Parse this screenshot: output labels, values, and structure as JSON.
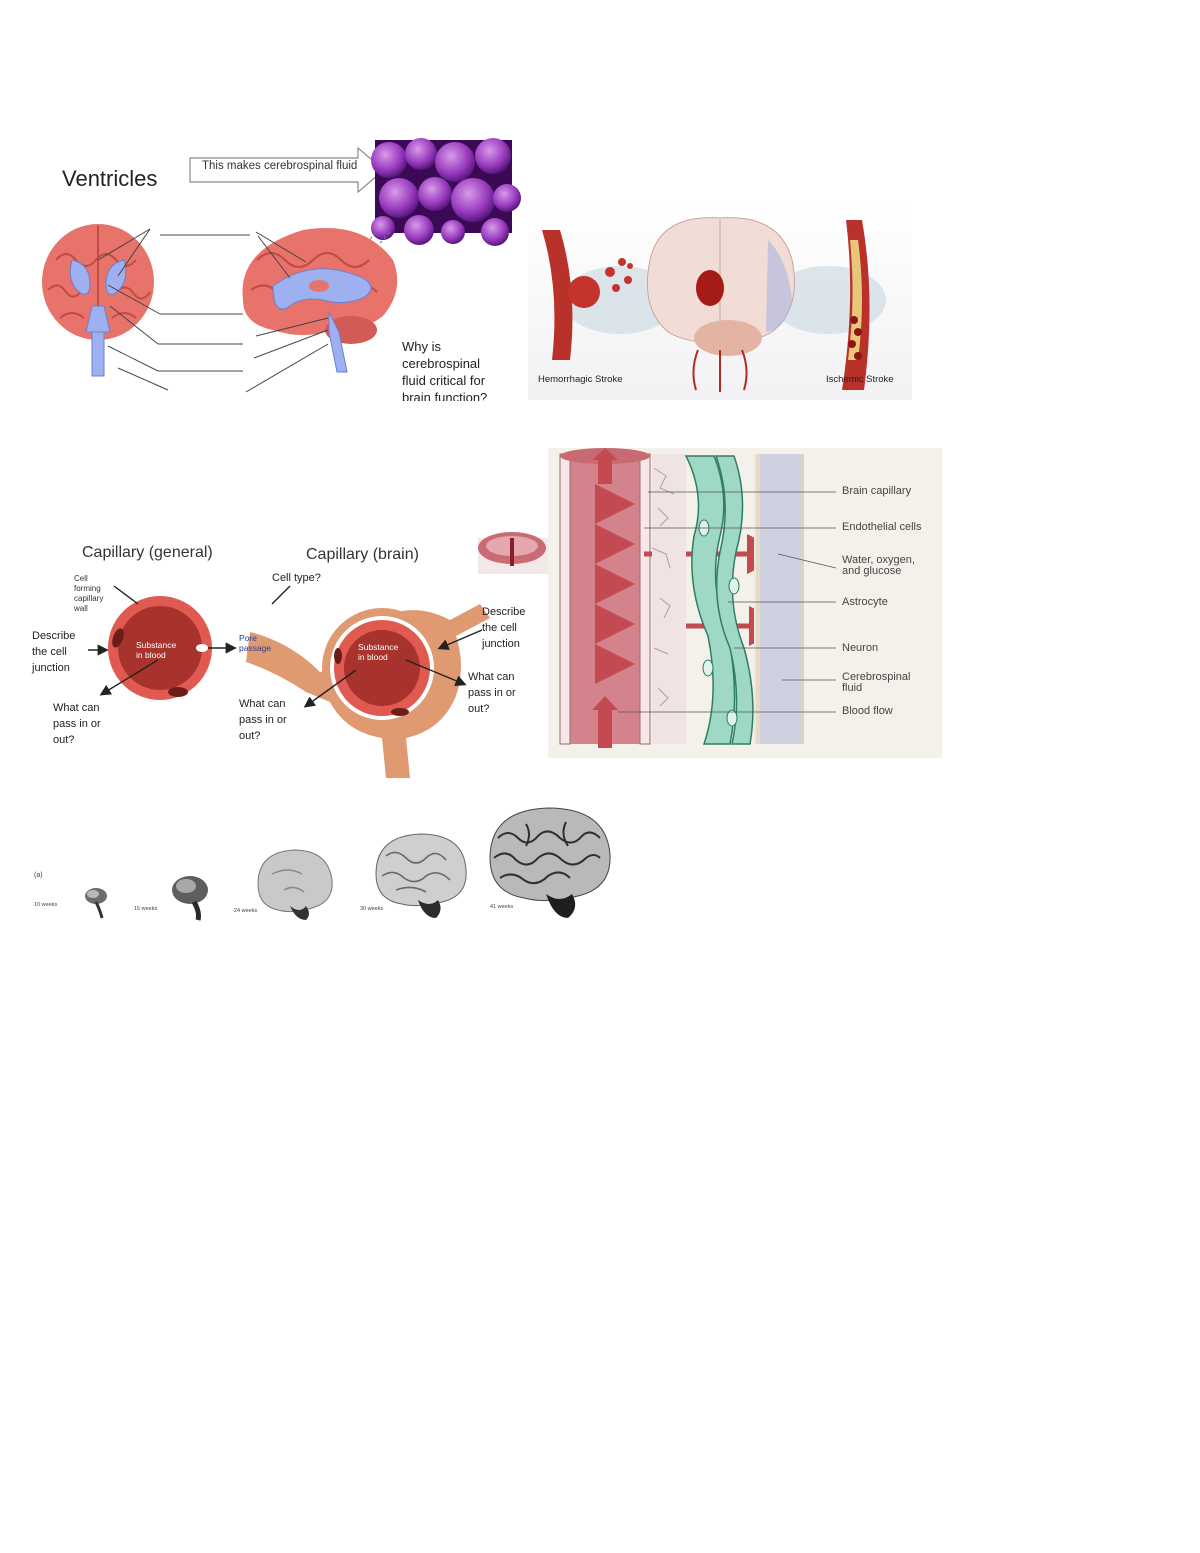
{
  "ventricles": {
    "title": "Ventricles",
    "callout": "This makes cerebrospinal fluid",
    "question": [
      "Why is",
      "cerebrospinal",
      "fluid critical for",
      "brain function?"
    ]
  },
  "stroke": {
    "left_label": "Hemorrhagic Stroke",
    "right_label": "Ischemic Stroke"
  },
  "capillary": {
    "general_title": "Capillary (general)",
    "brain_title": "Capillary (brain)",
    "cell_forming": [
      "Cell",
      "forming",
      "capillary",
      "wall"
    ],
    "describe_junction_left": [
      "Describe",
      "the cell",
      "junction"
    ],
    "substance": [
      "Substance",
      "in blood"
    ],
    "pore": [
      "Pore",
      "passage"
    ],
    "pass_left": [
      "What can",
      "pass in or",
      "out?"
    ],
    "cell_type": "Cell type?",
    "describe_junction_right": [
      "Describe",
      "the cell",
      "junction"
    ],
    "pass_mid": [
      "What can",
      "pass in or",
      "out?"
    ],
    "pass_right": [
      "What can",
      "pass in or",
      "out?"
    ]
  },
  "bbb": {
    "labels": [
      "Brain capillary",
      "Endothelial cells",
      "Water, oxygen,",
      "and glucose",
      "Astrocyte",
      "Neuron",
      "Cerebrospinal",
      "fluid",
      "Blood flow"
    ]
  },
  "development": {
    "tag": "(a)",
    "stages": [
      "10 weeks",
      "15 weeks",
      "24 weeks",
      "30 weeks",
      "41 weeks"
    ]
  }
}
